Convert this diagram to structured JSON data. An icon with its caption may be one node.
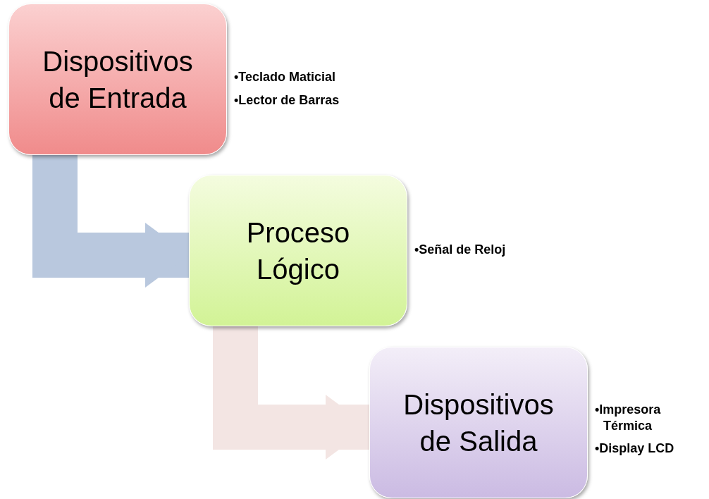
{
  "diagram": {
    "nodes": [
      {
        "text": [
          "Dispositivos de Entrada"
        ],
        "beside": [
          "•Teclado Maticial",
          "•Lector de Barras"
        ]
      },
      {
        "text": [
          "Proceso Lógico"
        ],
        "beside": [
          "•Señal de Reloj"
        ]
      },
      {
        "text": [
          "Dispositivos de Salida"
        ],
        "beside": [
          "•Impresora Térmica",
          "•Display LCD"
        ]
      }
    ],
    "edges": [
      {
        "from": 0,
        "to": 1,
        "arrow": "to",
        "color": "#b9c8de"
      },
      {
        "from": 1,
        "to": 2,
        "arrow": "to",
        "color": "#f3e5e3"
      }
    ]
  }
}
